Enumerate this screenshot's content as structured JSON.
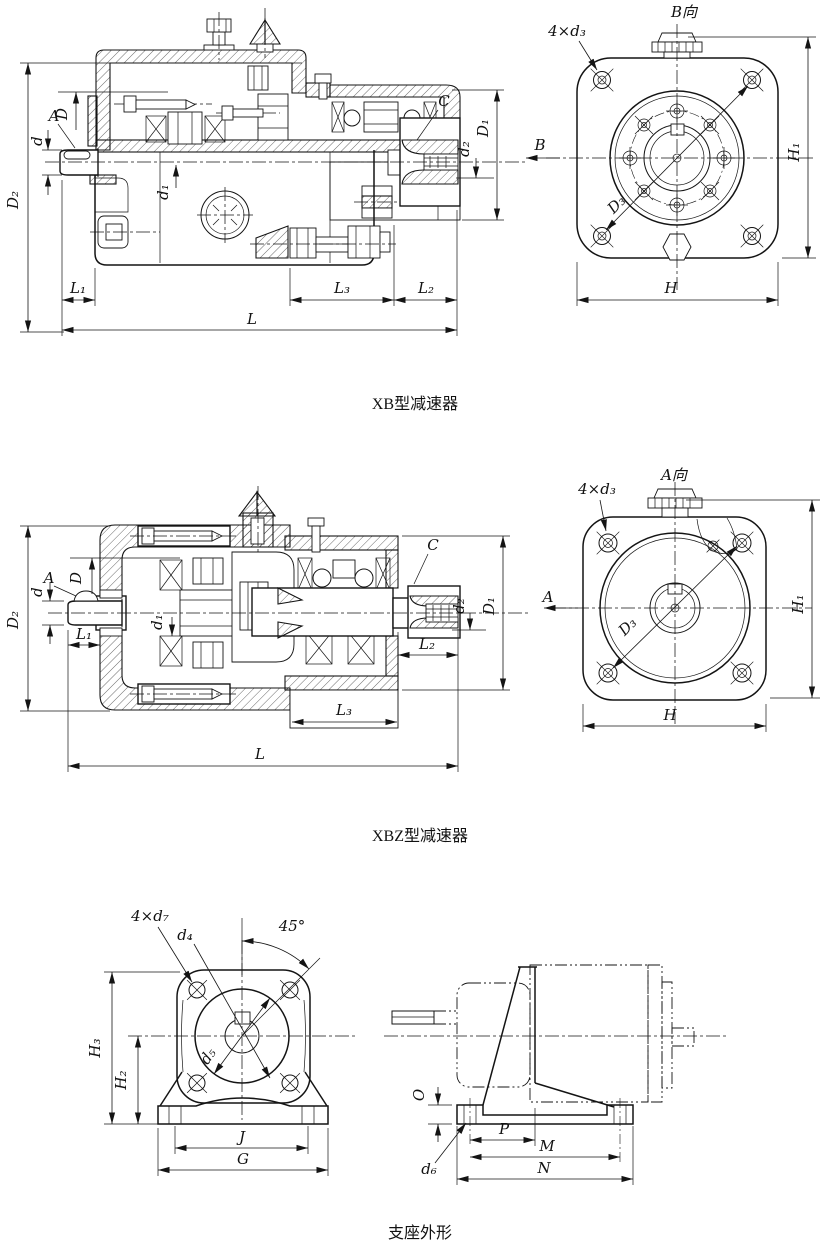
{
  "page": {
    "background": "#ffffff",
    "ink": "#141414"
  },
  "figures": {
    "xb": {
      "caption": "XB型减速器",
      "labels": {
        "A": "A",
        "D": "D",
        "d": "d",
        "D2": "D₂",
        "d1": "d₁",
        "L1": "L₁",
        "L2": "L₂",
        "L3": "L₃",
        "L": "L",
        "C": "C",
        "d2": "d₂",
        "D1": "D₁"
      },
      "end": {
        "title": "B向",
        "bolt_note": "4×d₃",
        "direction": "B",
        "D3": "D₃",
        "H1": "H₁",
        "H": "H"
      }
    },
    "xbz": {
      "caption": "XBZ型减速器",
      "labels": {
        "A": "A",
        "D": "D",
        "d": "d",
        "D2": "D₂",
        "d1": "d₁",
        "L1": "L₁",
        "L2": "L₂",
        "L3": "L₃",
        "L": "L",
        "C": "C",
        "d2": "d₂",
        "D1": "D₁"
      },
      "end": {
        "title": "A向",
        "bolt_note": "4×d₃",
        "direction": "A",
        "D3": "D₃",
        "H1": "H₁",
        "H": "H"
      }
    },
    "bracket": {
      "caption": "支座外形",
      "front": {
        "bolt_note": "4×d₇",
        "d4": "d₄",
        "angle": "45°",
        "H3": "H₃",
        "H2": "H₂",
        "d5": "d₅",
        "J": "J",
        "G": "G"
      },
      "side": {
        "O": "O",
        "P": "P",
        "M": "M",
        "N": "N",
        "d6": "d₆"
      }
    }
  }
}
